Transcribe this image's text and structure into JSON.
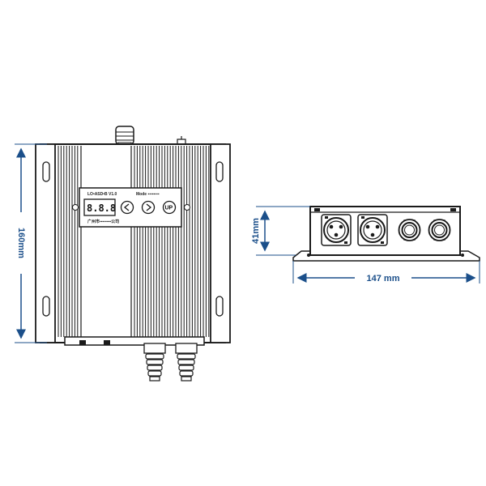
{
  "dimensions": {
    "height_label": "160mm",
    "depth_label": "41mm",
    "width_label": "147 mm"
  },
  "front_panel": {
    "model_label": "LO•ASD•B  V1.0",
    "mode_label": "Mode ▪▪▪▪▪▪▪▪",
    "display_value": "8.8.8",
    "maker_label": "广州市▪▪▪▪▪▪▪▪公司",
    "buttons": [
      {
        "icon": "left-arrow-icon",
        "label": ""
      },
      {
        "icon": "right-arrow-icon",
        "label": ""
      },
      {
        "icon": "up-icon",
        "label": "UP"
      }
    ]
  },
  "colors": {
    "dimension": "#1b4f8a",
    "outline": "#1a1a1a",
    "background": "#ffffff"
  }
}
